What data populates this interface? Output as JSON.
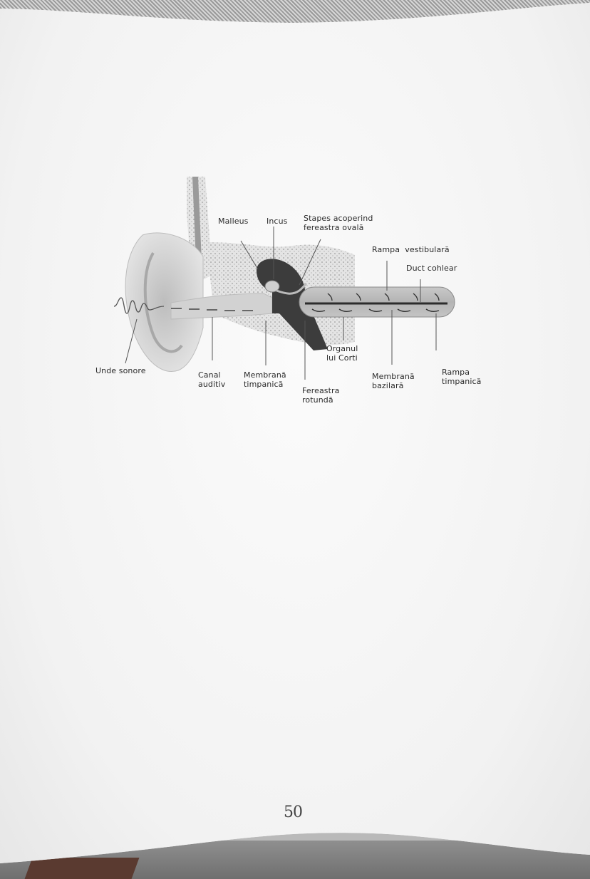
{
  "document": {
    "type": "textbook-page",
    "figure": {
      "subject": "ear-anatomy",
      "labels": {
        "malleus": "Malleus",
        "incus": "Incus",
        "stapes": "Stapes acoperind\nfereastra ovală",
        "rampa_vestibulara": "Rampa  vestibulară",
        "duct_cohlear": "Duct cohlear",
        "unde_sonore": "Unde sonore",
        "canal_auditiv": "Canal\nauditiv",
        "membrana_timpanica": "Membrană\ntimpanică",
        "fereastra_rotunda": "Fereastra\nrotundă",
        "organul_lui_corti": "Organul\nlui Corti",
        "membrana_bazilara": "Membrană\nbazilară",
        "rampa_timpanica": "Rampa\ntimpanică"
      }
    },
    "page_number": "50"
  },
  "colors": {
    "paper": "#f6f6f6",
    "ink": "#2a2a2a",
    "diagram_light": "#d9d9d9",
    "diagram_dark": "#3c3c3c"
  }
}
